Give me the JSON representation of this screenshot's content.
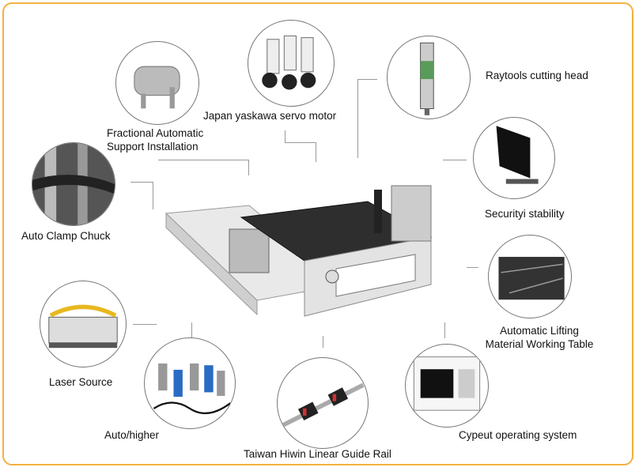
{
  "features": [
    {
      "id": "fractional",
      "lines": [
        "Fractional Automatic",
        "Support Installation"
      ]
    },
    {
      "id": "servo",
      "lines": [
        "Japan yaskawa servo motor"
      ]
    },
    {
      "id": "raytools",
      "lines": [
        "Raytools cutting head"
      ]
    },
    {
      "id": "security",
      "lines": [
        "Securityi stability"
      ]
    },
    {
      "id": "chuck",
      "lines": [
        "Auto Clamp Chuck"
      ]
    },
    {
      "id": "lifting",
      "lines": [
        "Automatic Lifting",
        "Material Working Table"
      ]
    },
    {
      "id": "cypeut",
      "lines": [
        "Cypeut operating system"
      ]
    },
    {
      "id": "hiwin",
      "lines": [
        "Taiwan Hiwin Linear Guide Rail"
      ]
    },
    {
      "id": "higher",
      "lines": [
        "Auto/higher"
      ]
    },
    {
      "id": "laser",
      "lines": [
        "Laser Source"
      ]
    }
  ],
  "colors": {
    "frame": "#f2b040",
    "line": "#999999"
  }
}
